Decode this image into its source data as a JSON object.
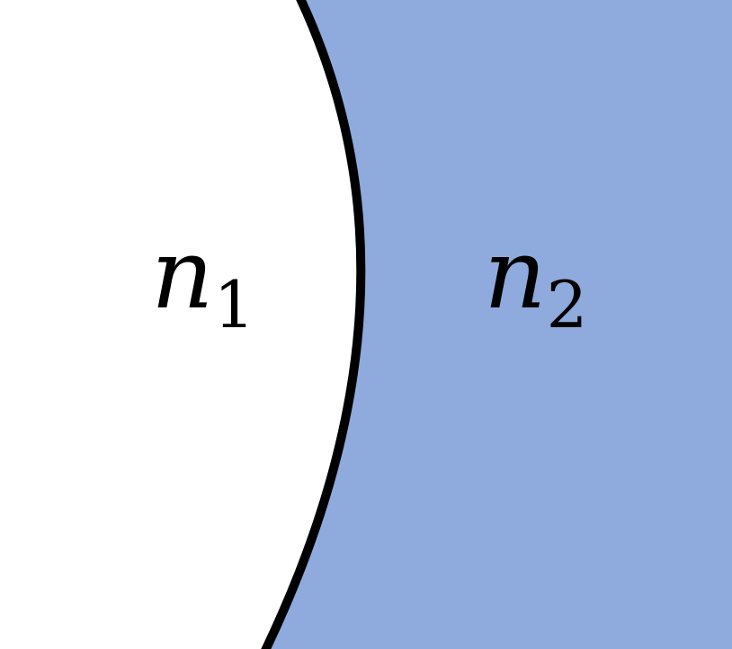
{
  "colors": {
    "medium_1": "#ffffff",
    "medium_2": "#8faadc",
    "interface": "#000000"
  },
  "labels": {
    "medium_1": {
      "base": "n",
      "subscript": "1"
    },
    "medium_2": {
      "base": "n",
      "subscript": "2"
    }
  }
}
